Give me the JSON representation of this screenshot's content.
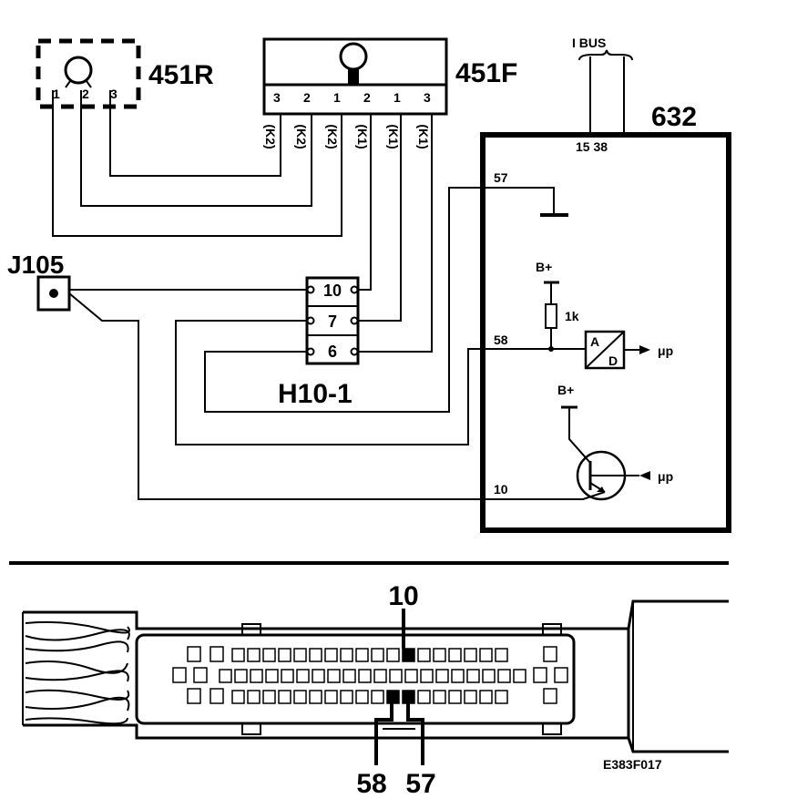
{
  "components": {
    "rear_sensor": {
      "label": "451R",
      "pins": [
        "1",
        "2",
        "3"
      ]
    },
    "front_sensor": {
      "label": "451F",
      "pins": [
        "3",
        "2",
        "1",
        "2",
        "1",
        "3"
      ]
    },
    "ecu": {
      "label": "632",
      "bus_label": "I BUS",
      "bus_pins": "15 38"
    },
    "junction": {
      "label": "J105"
    },
    "connector": {
      "label": "H10-1",
      "pins": [
        "10",
        "7",
        "6"
      ]
    }
  },
  "wire_codes": [
    "(K2)",
    "(K2)",
    "(K2)",
    "(K1)",
    "(K1)",
    "(K1)"
  ],
  "ecu_internal": {
    "pin_57": "57",
    "pin_58": "58",
    "pin_10": "10",
    "supply_1": "B+",
    "resistor": "1k",
    "adc_a": "A",
    "adc_d": "D",
    "output_1": "μp",
    "supply_2": "B+",
    "output_2": "μp"
  },
  "connector_view": {
    "callout_top": "10",
    "callout_bottom_left": "58",
    "callout_bottom_right": "57"
  },
  "figure_id": "E383F017"
}
